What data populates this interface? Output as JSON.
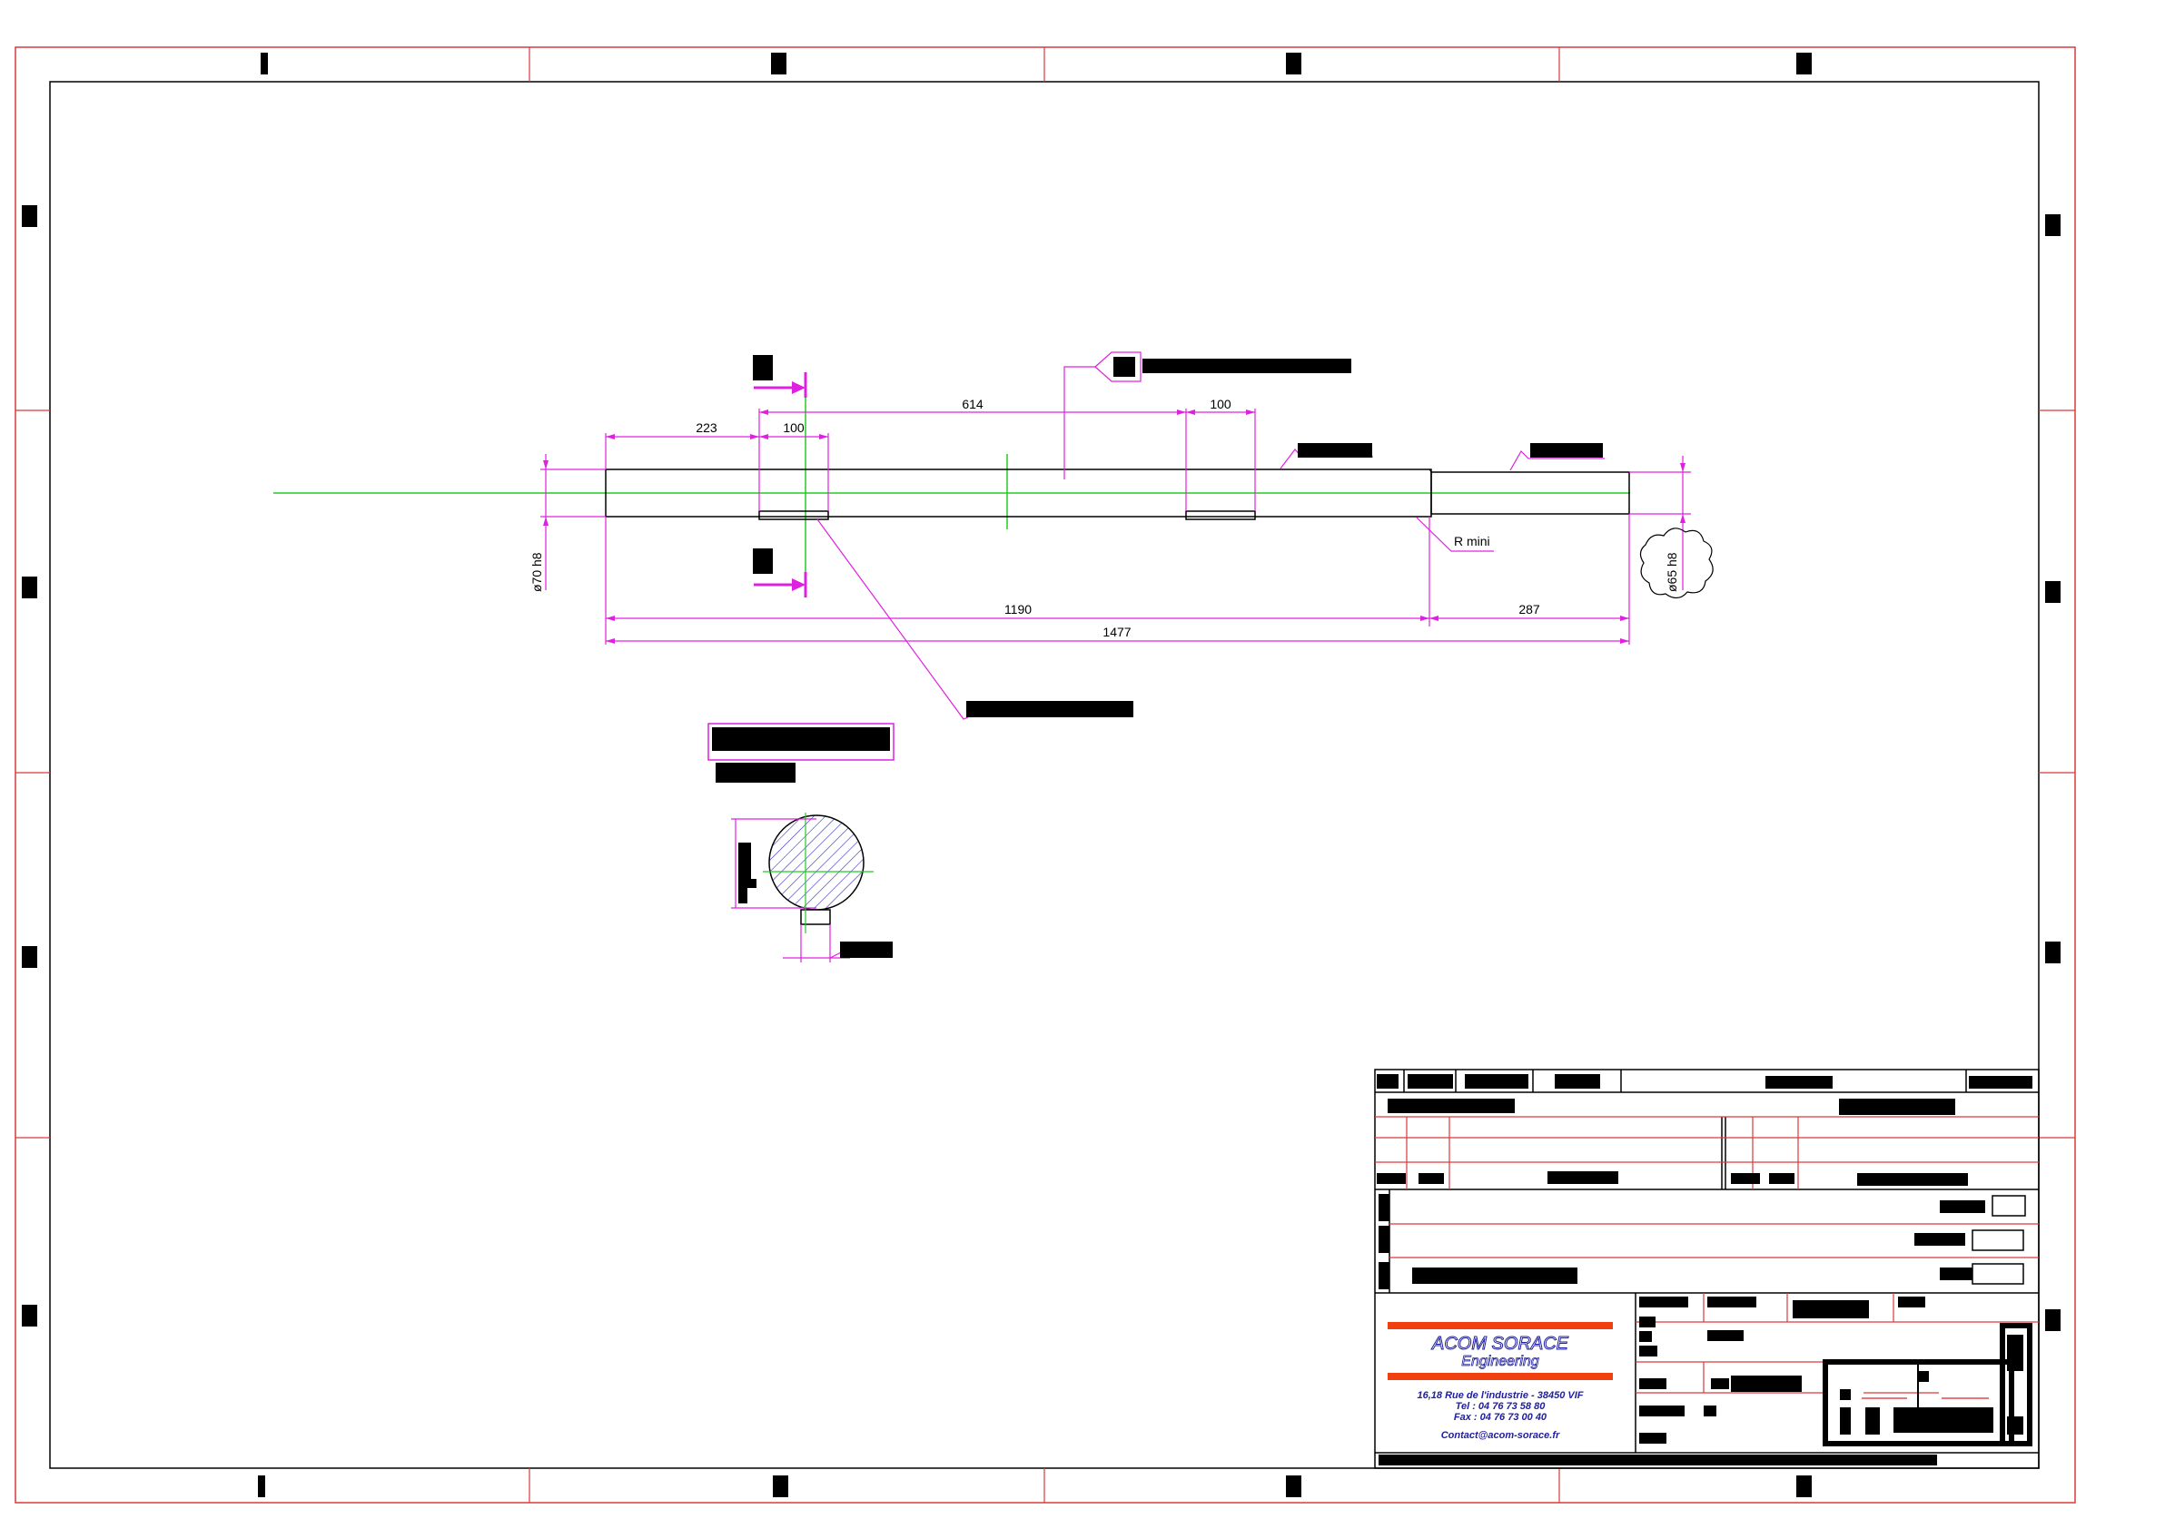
{
  "drawing": {
    "dimensions": {
      "seg_left": "223",
      "keyway_left_width": "100",
      "keyway_spacing": "614",
      "keyway_right_width": "100",
      "length_large": "1190",
      "length_small": "287",
      "length_total": "1477",
      "dia_large": "ø70 h8",
      "dia_small": "ø65 h8",
      "fillet": "R mini"
    }
  },
  "title_block": {
    "company_name": "ACOM SORACE",
    "company_sub": "Engineering",
    "address": "16,18 Rue de l'industrie - 38450 VIF",
    "tel": "Tel : 04 76 73 58 80",
    "fax": "Fax : 04 76 73 00 40",
    "contact": "Contact@acom-sorace.fr"
  },
  "colors": {
    "border": "#d93a3a",
    "dimension": "#e020e0",
    "centerline": "#22cc22",
    "hatch": "#3030c0",
    "part": "#000000",
    "logo_bar": "#f04010",
    "logo_text": "#2020a0"
  }
}
